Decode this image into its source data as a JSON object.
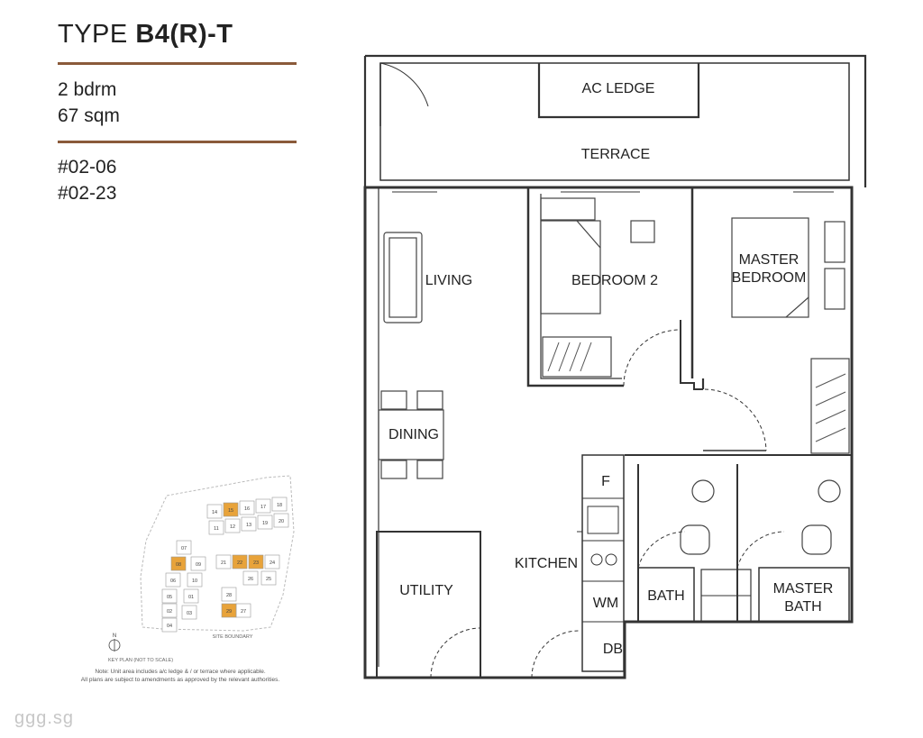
{
  "header": {
    "type_prefix": "TYPE",
    "type_code": "B4(R)-T",
    "bedrooms": "2 bdrm",
    "area": "67 sqm"
  },
  "units": [
    "#02-06",
    "#02-23"
  ],
  "rooms": {
    "ac_ledge": "AC LEDGE",
    "terrace": "TERRACE",
    "living": "LIVING",
    "bedroom2": "BEDROOM 2",
    "master_bedroom_1": "MASTER",
    "master_bedroom_2": "BEDROOM",
    "dining": "DINING",
    "kitchen": "KITCHEN",
    "utility": "UTILITY",
    "bath": "BATH",
    "master_bath_1": "MASTER",
    "master_bath_2": "BATH",
    "fridge": "F",
    "washing_machine": "WM",
    "db": "DB"
  },
  "key_plan": {
    "blocks": [
      "14",
      "15",
      "16",
      "17",
      "18",
      "11",
      "12",
      "13",
      "19",
      "20",
      "07",
      "08",
      "09",
      "21",
      "22",
      "23",
      "24",
      "06",
      "10",
      "26",
      "25",
      "05",
      "01",
      "02",
      "04",
      "03",
      "28",
      "27",
      "29"
    ],
    "highlighted": [
      "15",
      "08",
      "22",
      "23",
      "29"
    ],
    "highlight_color": "#e8a33a",
    "boundary_label": "SITE BOUNDARY",
    "caption": "KEY PLAN (NOT TO SCALE)",
    "north": "N"
  },
  "notes": {
    "line1": "Note: Unit area includes a/c ledge & / or terrace where applicable.",
    "line2": "All plans are subject to amendments as approved by the relevant authorities."
  },
  "watermark": "ggg.sg",
  "colors": {
    "accent_rule": "#8a5a3a",
    "wall": "#333333"
  }
}
